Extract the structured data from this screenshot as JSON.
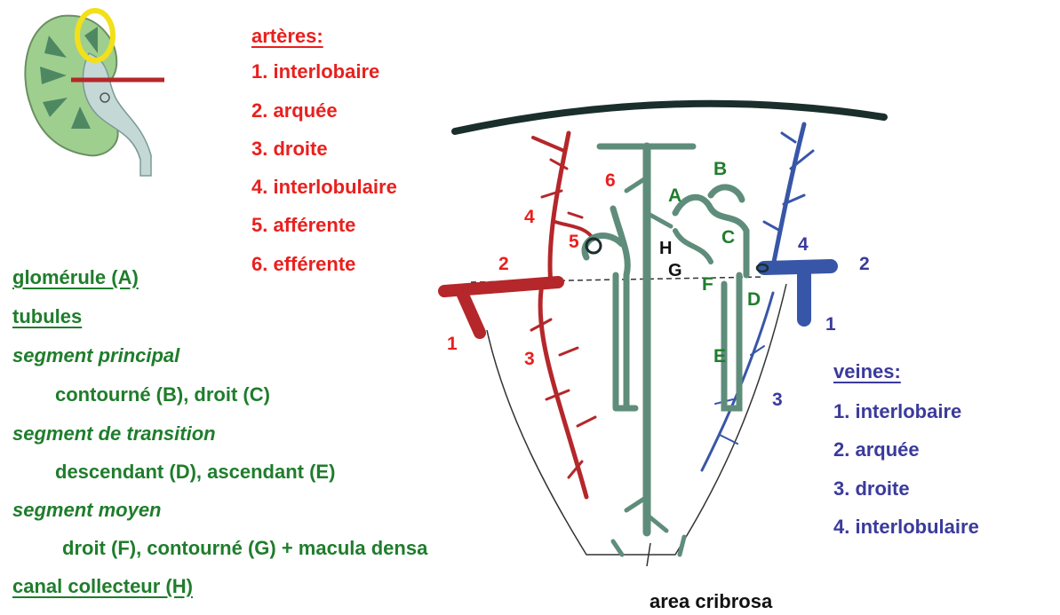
{
  "arteres": {
    "title": "artères:",
    "items": [
      "1.  interlobaire",
      "2.  arquée",
      "3.  droite",
      "4.  interlobulaire",
      "5.  afférente",
      "6.  efférente"
    ]
  },
  "nephron": {
    "glomerule": "glomérule (A)",
    "tubules": "tubules",
    "segment_principal": "segment principal",
    "principal_detail": "contourné (B), droit (C)",
    "segment_transition": "segment de transition",
    "transition_detail": "descendant (D), ascendant (E)",
    "segment_moyen": "segment moyen",
    "moyen_detail": "droit (F), contourné (G) + macula densa",
    "canal": "canal collecteur (H)"
  },
  "veines": {
    "title": "veines:",
    "items": [
      "1.  interlobaire",
      "2.  arquée",
      "3.  droite",
      "4.  interlobulaire"
    ]
  },
  "figure_labels": {
    "red_1": "1",
    "red_2": "2",
    "red_3": "3",
    "red_4": "4",
    "red_5": "5",
    "red_6": "6",
    "blue_1": "1",
    "blue_2": "2",
    "blue_3": "3",
    "blue_4": "4",
    "A": "A",
    "B": "B",
    "C": "C",
    "D": "D",
    "E": "E",
    "F": "F",
    "G": "G",
    "H": "H",
    "area": "area cribrosa"
  },
  "colors": {
    "artery": "#b5272a",
    "vein": "#3856a8",
    "tubule": "#5f8d7b",
    "capsule": "#1a2e2c"
  }
}
